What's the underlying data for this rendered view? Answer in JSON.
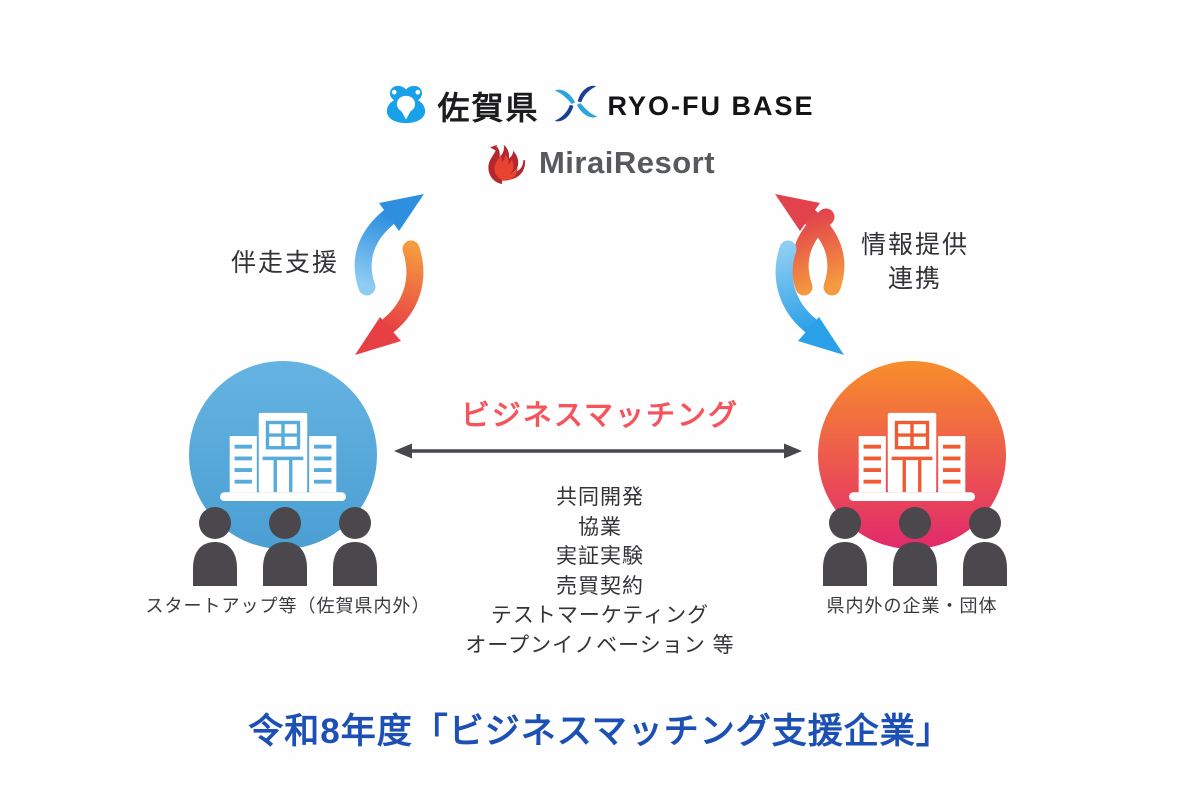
{
  "logos": {
    "saga": {
      "name": "佐賀県"
    },
    "ryofu": {
      "name": "RYO-FU BASE"
    },
    "mirai": {
      "name": "MiraiResort"
    }
  },
  "left_flow": {
    "label": "伴走支援"
  },
  "right_flow": {
    "label_line1": "情報提供",
    "label_line2": "連携"
  },
  "matching": {
    "title": "ビジネスマッチング",
    "title_color": "#f4555c",
    "items": [
      "共同開発",
      "協業",
      "実証実験",
      "売買契約",
      "テストマーケティング",
      "オープンイノベーション 等"
    ]
  },
  "left_entity": {
    "label": "スタートアップ等（佐賀県内外）",
    "circle_color": "#55a7d9"
  },
  "right_entity": {
    "label": "県内外の企業・団体",
    "gradient_top": "#f88e2b",
    "gradient_bottom": "#e2296c"
  },
  "arrows": {
    "blue_light": "#8ecdf2",
    "blue_strong": "#2e8fdf",
    "orange": "#f59a3f",
    "red": "#e63f44",
    "connector_color": "#48474b"
  },
  "footer": {
    "title": "令和8年度「ビジネスマッチング支援企業」",
    "color": "#1d50b4"
  }
}
